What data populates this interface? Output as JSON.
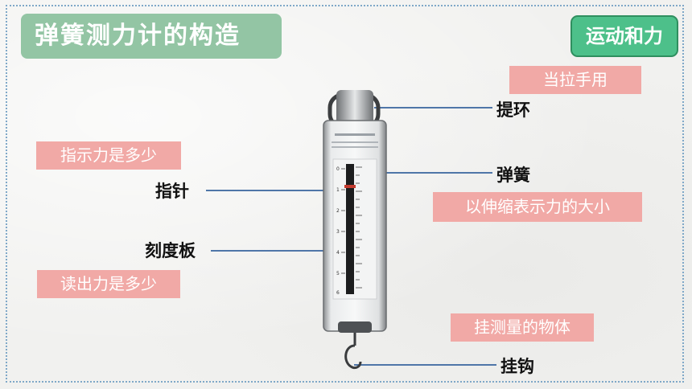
{
  "title": "弹簧测力计的构造",
  "badge": "运动和力",
  "annotations": {
    "pull_by_hand": "当拉手用",
    "show_force": "指示力是多少",
    "read_force": "读出力是多少",
    "spring_function": "以伸缩表示力的大小",
    "hang_object": "挂测量的物体"
  },
  "parts": {
    "ring": "提环",
    "spring": "弹簧",
    "pointer": "指针",
    "scale": "刻度板",
    "hook": "挂钩"
  },
  "colors": {
    "title_bg": "#93c5a4",
    "badge_bg": "#4dc08a",
    "annotation_bg": "#f1a9a6",
    "leader_line": "#4f76a8"
  }
}
